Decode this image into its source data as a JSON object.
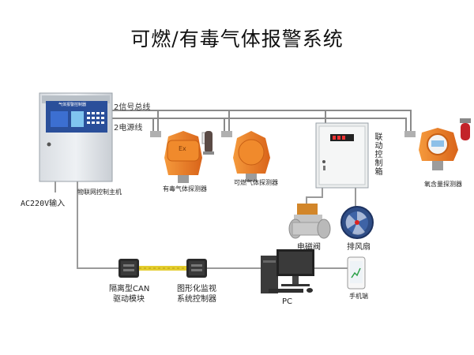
{
  "title": "可燃/有毒气体报警系统",
  "bus": {
    "signal_label": "2信号总线",
    "power_label": "2电源线"
  },
  "controller": {
    "panel_title": "气体报警控制器",
    "caption": "物联网控制主机",
    "power_input": "AC220V输入"
  },
  "devices": {
    "toxic_detector": "有毒气体探测器",
    "combustible_detector": "可燃气体探测器",
    "oxygen_detector": "氧含量探测器",
    "detector_mark": "Ex",
    "linkage_box": "联动控制箱",
    "solenoid_valve": "电磁阀",
    "exhaust_fan": "排风扇",
    "can_module_line1": "隔离型CAN",
    "can_module_line2": "驱动模块",
    "monitor_line1": "图形化监视",
    "monitor_line2": "系统控制器",
    "pc": "PC",
    "phone": "手机端"
  },
  "colors": {
    "detector_orange": "#e8771f",
    "panel_blue": "#2a4f9a",
    "cable_yellow": "#e4cd2e",
    "wire_gray": "#8a8a8a",
    "alarm_red": "#c3242a"
  }
}
